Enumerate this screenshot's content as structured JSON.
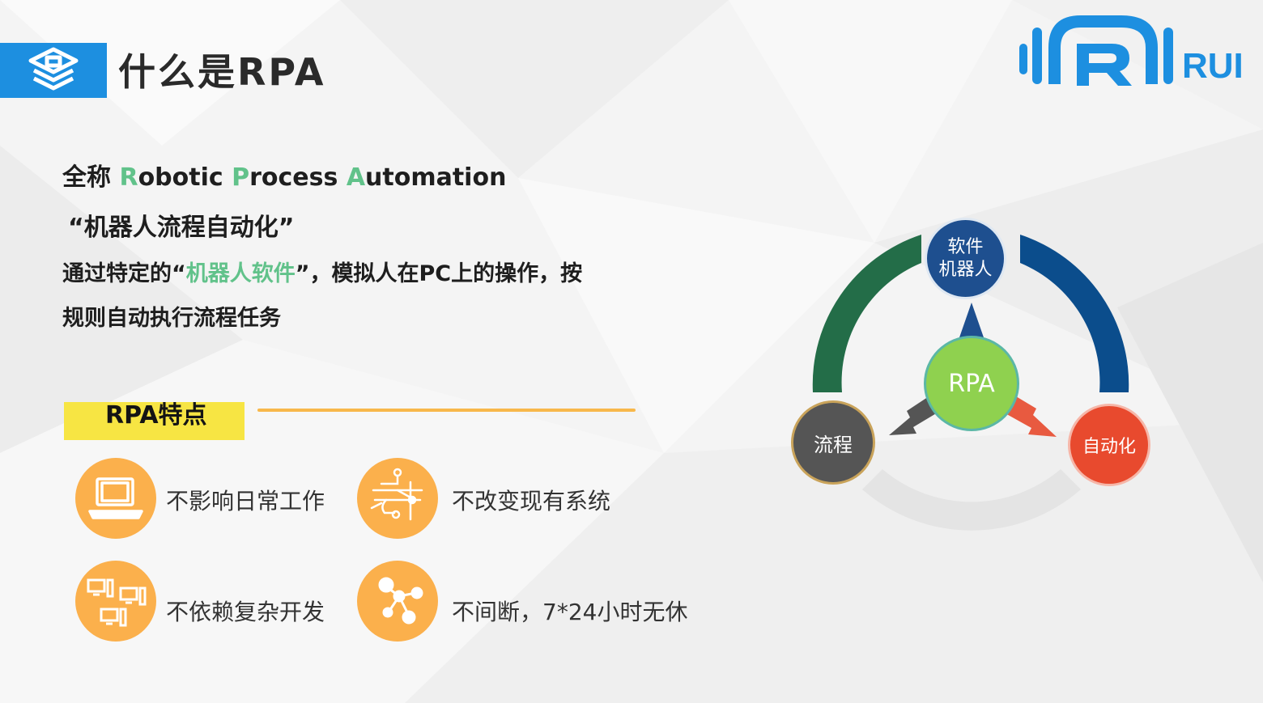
{
  "header": {
    "title": "什么是RPA",
    "brand": "RUI",
    "accent_color": "#1d8fe0",
    "logo_icon": "shield-stack-icon"
  },
  "intro": {
    "prefix": "全称 ",
    "name_parts": [
      {
        "initial": "R",
        "rest": "obotic "
      },
      {
        "initial": "P",
        "rest": "rocess "
      },
      {
        "initial": "A",
        "rest": "utomation"
      }
    ],
    "quote": "“机器人流程自动化”",
    "desc_before": "通过特定的“",
    "desc_highlight": "机器人软件",
    "desc_after": "”，模拟人在PC上的操作，按",
    "desc_line2": "规则自动执行流程任务",
    "highlight_color": "#61c28a"
  },
  "section": {
    "label": "RPA特点",
    "box_color": "#f7e543",
    "line_color": "#f8b84b"
  },
  "features": [
    {
      "icon": "laptop-icon",
      "text": "不影响日常工作"
    },
    {
      "icon": "circuit-icon",
      "text": "不改变现有系统"
    },
    {
      "icon": "computers-icon",
      "text": "不依赖复杂开发"
    },
    {
      "icon": "molecule-icon",
      "text": "不间断，7*24小时无休"
    }
  ],
  "diagram": {
    "center": "RPA",
    "top_line1": "软件",
    "top_line2": "机器人",
    "left": "流程",
    "right": "自动化",
    "colors": {
      "center": "#8fd14f",
      "top": "#1e4f8f",
      "left": "#555555",
      "right": "#e84a2e",
      "arc_green": "#236d48",
      "arc_blue": "#0b4d8c",
      "arc_gray": "#e4e4e4"
    }
  }
}
